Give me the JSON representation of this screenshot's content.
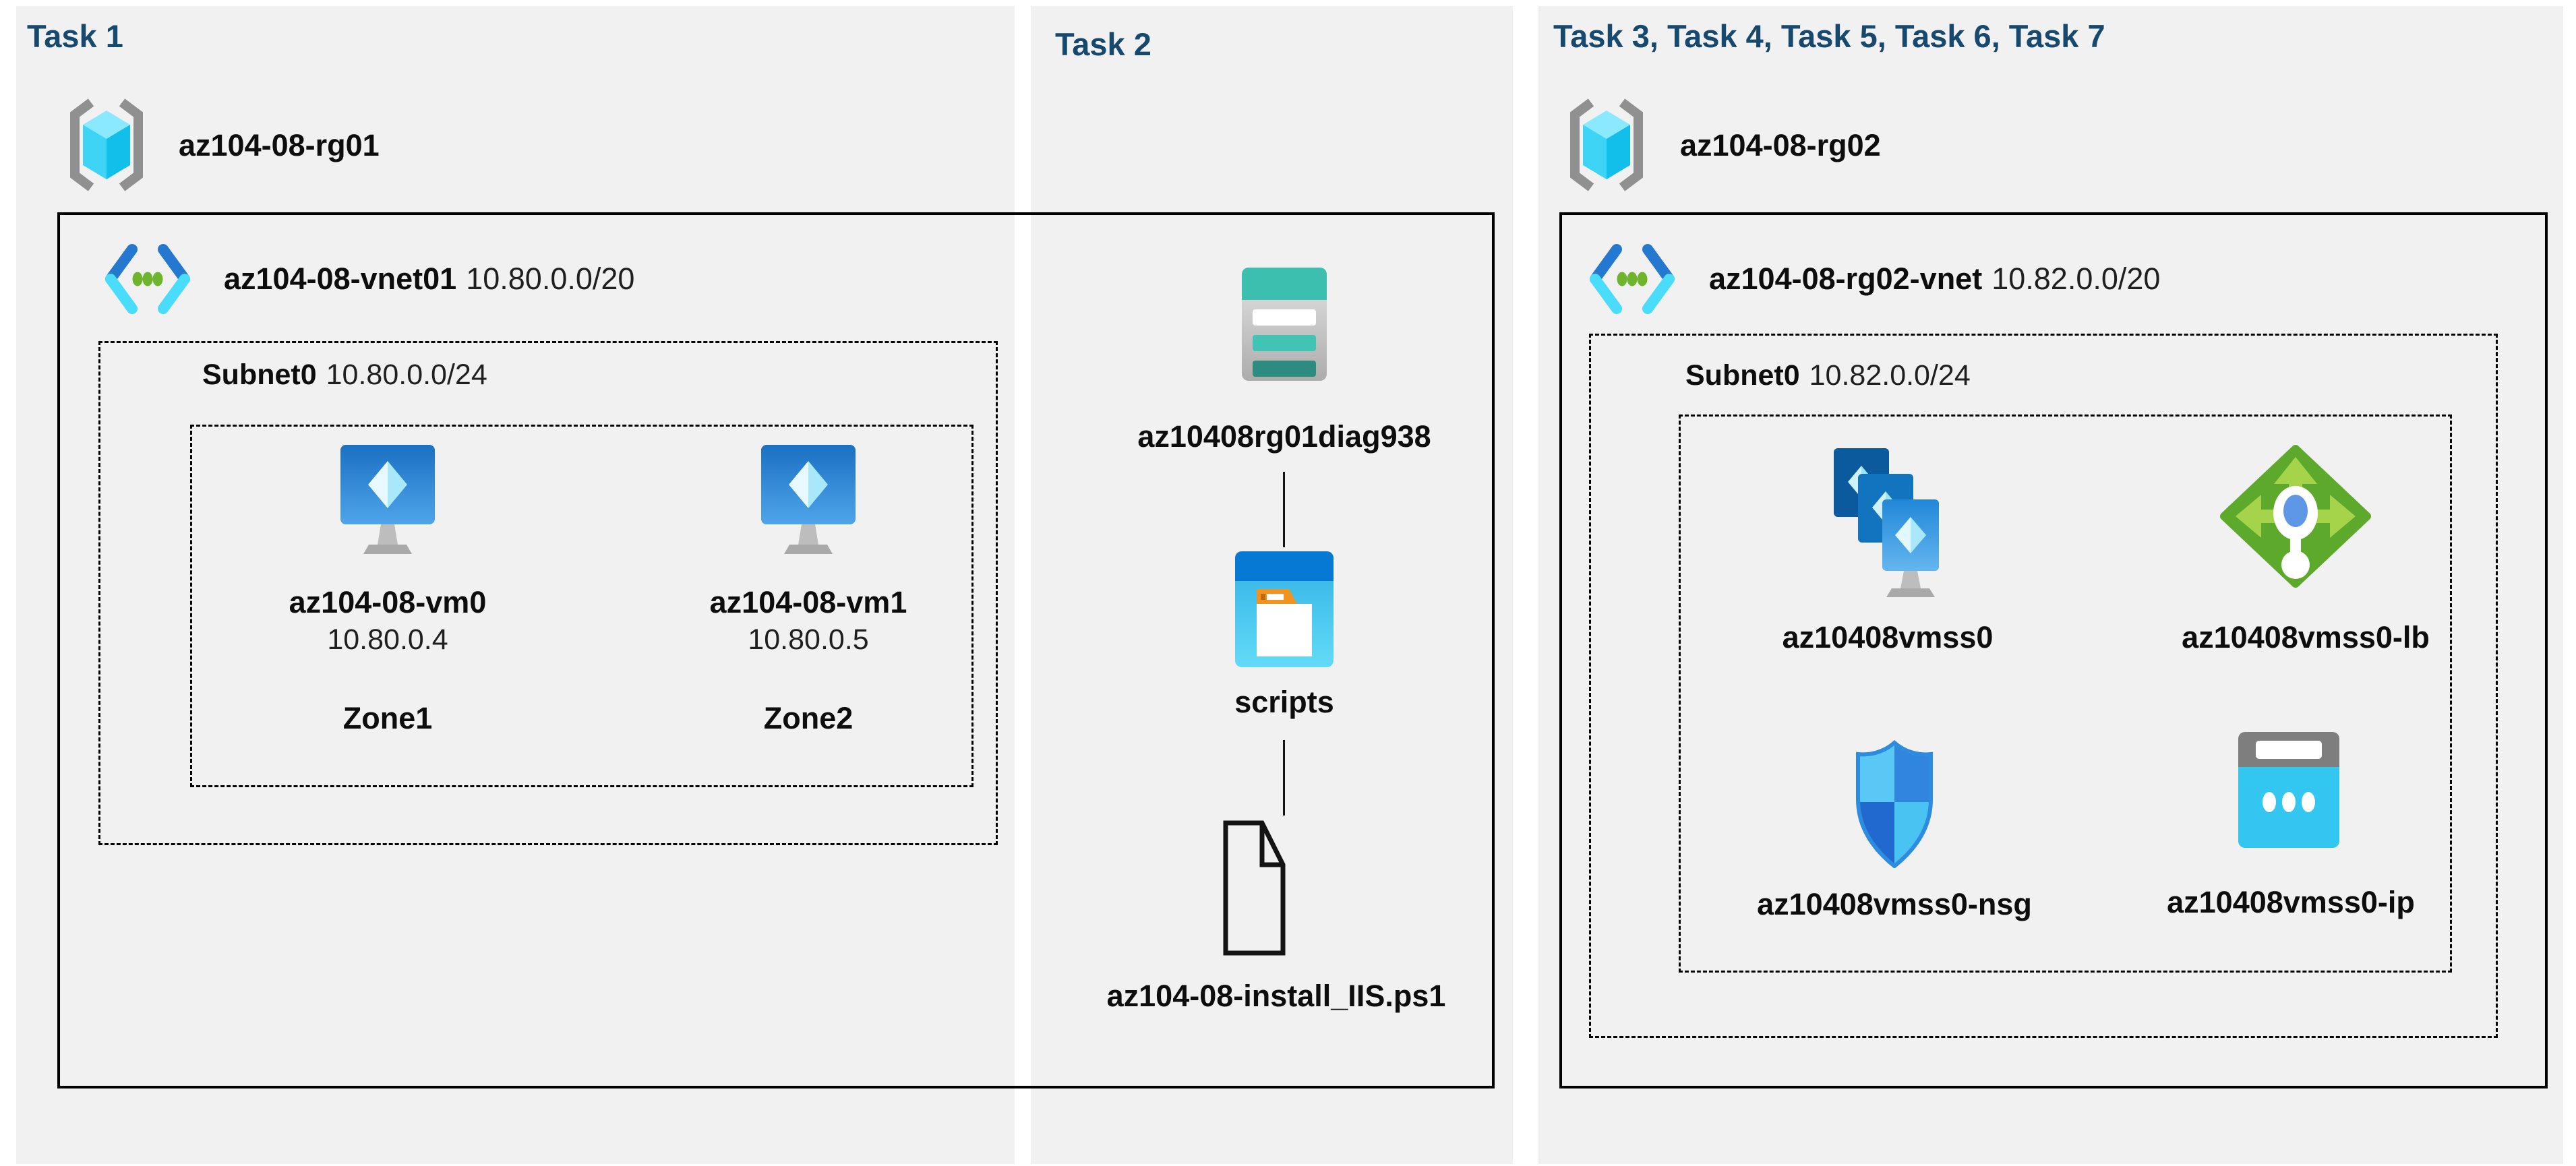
{
  "colors": {
    "panel_bg": "#F1F1F1",
    "title_text": "#17496E",
    "box_border": "#000000"
  },
  "task1": {
    "title": "Task 1",
    "resource_group": {
      "name": "az104-08-rg01"
    },
    "vnet": {
      "name": "az104-08-vnet01",
      "cidr": "10.80.0.0/20"
    },
    "subnet": {
      "name": "Subnet0",
      "cidr": "10.80.0.0/24"
    },
    "vms": [
      {
        "name": "az104-08-vm0",
        "ip": "10.80.0.4",
        "zone": "Zone1"
      },
      {
        "name": "az104-08-vm1",
        "ip": "10.80.0.5",
        "zone": "Zone2"
      }
    ]
  },
  "task2": {
    "title": "Task 2",
    "storage_account": {
      "name": "az10408rg01diag938"
    },
    "container": {
      "name": "scripts"
    },
    "script_file": {
      "name": "az104-08-install_IIS.ps1"
    }
  },
  "task3": {
    "title": "Task 3, Task 4, Task 5, Task 6, Task 7",
    "resource_group": {
      "name": "az104-08-rg02"
    },
    "vnet": {
      "name": "az104-08-rg02-vnet",
      "cidr": "10.82.0.0/20"
    },
    "subnet": {
      "name": "Subnet0",
      "cidr": "10.82.0.0/24"
    },
    "vmss": {
      "name": "az10408vmss0"
    },
    "load_balancer": {
      "name": "az10408vmss0-lb"
    },
    "nsg": {
      "name": "az10408vmss0-nsg"
    },
    "public_ip": {
      "name": "az10408vmss0-ip"
    }
  }
}
